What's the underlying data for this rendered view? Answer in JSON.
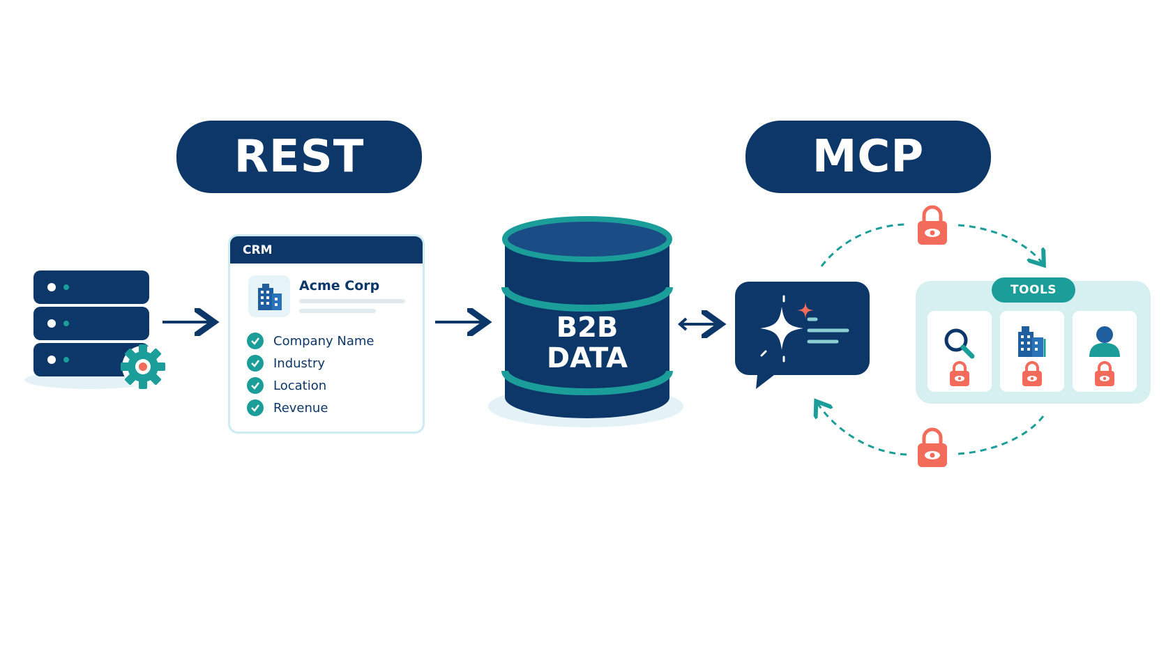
{
  "labels": {
    "rest": "REST",
    "mcp": "MCP"
  },
  "crm": {
    "header": "CRM",
    "company_name": "Acme Corp",
    "fields": [
      "Company Name",
      "Industry",
      "Location",
      "Revenue"
    ]
  },
  "database": {
    "line1": "B2B",
    "line2": "DATA"
  },
  "tools": {
    "badge": "TOOLS",
    "items": [
      "search-icon",
      "building-icon",
      "user-icon"
    ]
  },
  "colors": {
    "navy": "#0c3768",
    "teal": "#1b9e9a",
    "coral": "#f26b5b",
    "light_teal": "#d6f0f1"
  }
}
